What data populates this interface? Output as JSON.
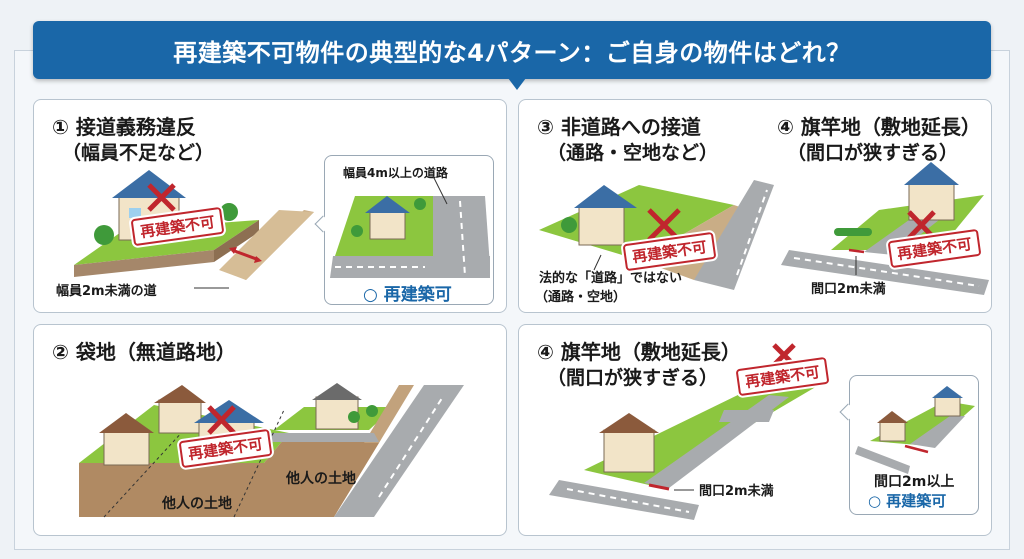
{
  "title": "再建築不可物件の典型的な4パターン：ご自身の物件はどれ？",
  "colors": {
    "banner": "#1a67a8",
    "ng_red": "#c0262d",
    "ok_blue": "#1a67a8",
    "grass": "#8cc63f",
    "road": "#a8abae",
    "dirt": "#b59a73"
  },
  "panels": {
    "p1": {
      "number": "①",
      "title": "接道義務違反",
      "subtitle": "（幅員不足など）",
      "stamp": "再建築不可",
      "road_label": "幅員2m未満の道",
      "bubble": {
        "road_label": "幅員4m以上の道路",
        "ok_label": "○ 再建築可"
      }
    },
    "p3": {
      "number": "③",
      "title": "非道路への接道",
      "subtitle": "（通路・空地など）",
      "stamp": "再建築不可",
      "note_line1": "法的な「道路」ではない",
      "note_line2": "（通路・空地）"
    },
    "p3b": {
      "number": "④",
      "title": "旗竿地（敷地延長）",
      "subtitle": "（間口が狭すぎる）",
      "stamp": "再建築不可",
      "frontage_label": "間口2m未満"
    },
    "p2": {
      "number": "②",
      "title": "袋地（無道路地）",
      "stamp": "再建築不可",
      "land_label_1": "他人の土地",
      "land_label_2": "他人の土地"
    },
    "p4": {
      "number": "④",
      "title": "旗竿地（敷地延長）",
      "subtitle": "（間口が狭すぎる）",
      "stamp": "再建築不可",
      "frontage_label": "間口2m未満",
      "bubble": {
        "frontage_label": "間口2m以上",
        "ok_label": "○ 再建築可"
      }
    }
  }
}
